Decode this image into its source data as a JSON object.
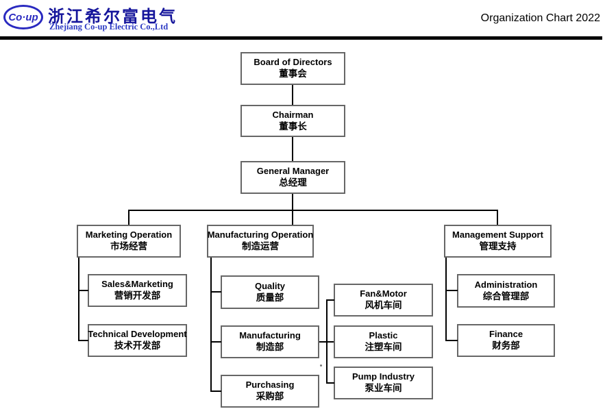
{
  "header": {
    "logo_badge": "Co·up",
    "company_name_cn": "浙江希尔富电气",
    "company_name_en": "Zhejiang Co-up Electric Co.,Ltd",
    "title": "Organization Chart 2022"
  },
  "colors": {
    "logo_blue": "#2a2ac0",
    "company_cn_blue": "#15159b",
    "company_en_blue": "#2d3bc4",
    "divider_black": "#050505",
    "node_border_gray": "#666666",
    "connector_black": "#000000"
  },
  "org": {
    "board": {
      "en": "Board of Directors",
      "cn": "董事会"
    },
    "chairman": {
      "en": "Chairman",
      "cn": "董事长"
    },
    "general_manager": {
      "en": "General Manager",
      "cn": "总经理"
    },
    "marketing_operation": {
      "en": "Marketing Operation",
      "cn": "市场经营"
    },
    "manufacturing_operation": {
      "en": "Manufacturing Operation",
      "cn": "制造运营"
    },
    "management_support": {
      "en": "Management Support",
      "cn": "管理支持"
    },
    "sales_marketing": {
      "en": "Sales&Marketing",
      "cn": "营销开发部"
    },
    "technical_development": {
      "en": "Technical Development",
      "cn": "技术开发部"
    },
    "quality": {
      "en": "Quality",
      "cn": "质量部"
    },
    "manufacturing_dept": {
      "en": "Manufacturing",
      "cn": "制造部"
    },
    "purchasing": {
      "en": "Purchasing",
      "cn": "采购部"
    },
    "fan_motor": {
      "en": "Fan&Motor",
      "cn": "风机车间"
    },
    "plastic": {
      "en": "Plastic",
      "cn": "注塑车间"
    },
    "pump_industry": {
      "en": "Pump Industry",
      "cn": "泵业车间"
    },
    "administration": {
      "en": "Administration",
      "cn": "综合管理部"
    },
    "finance": {
      "en": "Finance",
      "cn": "财务部"
    }
  }
}
